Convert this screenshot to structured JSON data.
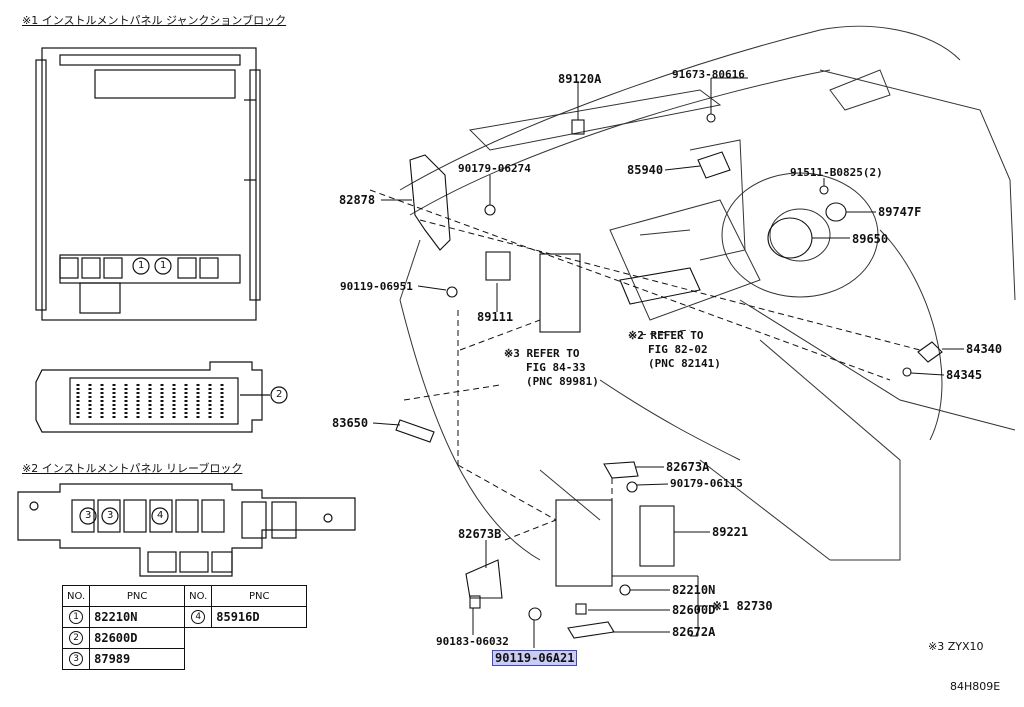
{
  "sections": {
    "junction_block_title": "※1 インストルメントパネル ジャンクションブロック",
    "relay_block_title": "※2 インストルメントパネル リレーブロック"
  },
  "circle_marks": {
    "c1": "1",
    "c2": "2",
    "c3": "3",
    "c4": "4"
  },
  "pnc_table": {
    "headers": [
      "NO.",
      "PNC",
      "NO.",
      "PNC"
    ],
    "rows": [
      {
        "no": "1",
        "pnc": "82210N",
        "no2": "4",
        "pnc2": "85916D"
      },
      {
        "no": "2",
        "pnc": "82600D",
        "no2": "",
        "pnc2": ""
      },
      {
        "no": "3",
        "pnc": "87989",
        "no2": "",
        "pnc2": ""
      }
    ]
  },
  "parts": {
    "p89120A": "89120A",
    "p91673": "91673-80616",
    "p90179_06274": "90179-06274",
    "p85940": "85940",
    "p91511": "91511-B0825(2)",
    "p82878": "82878",
    "p89747F": "89747F",
    "p89650": "89650",
    "p90119_06951": "90119-06951",
    "p89111": "89111",
    "p84340": "84340",
    "p84345": "84345",
    "p83650": "83650",
    "p82673A": "82673A",
    "p90179_06115": "90179-06115",
    "p82673B": "82673B",
    "p89221": "89221",
    "p82210N": "82210N",
    "p82600D": "82600D",
    "p82730": "※1 82730",
    "p90183": "90183-06032",
    "p82672A": "82672A",
    "p90119_06A21": "90119-06A21"
  },
  "refs": {
    "r2_line1": "※2 REFER TO",
    "r2_line2": "FIG 82-02",
    "r2_line3": "(PNC 82141)",
    "r3_line1": "※3 REFER TO",
    "r3_line2": "FIG 84-33",
    "r3_line3": "(PNC 89981)"
  },
  "footnote": "※3 ZYX10",
  "figure_code": "84H809E"
}
